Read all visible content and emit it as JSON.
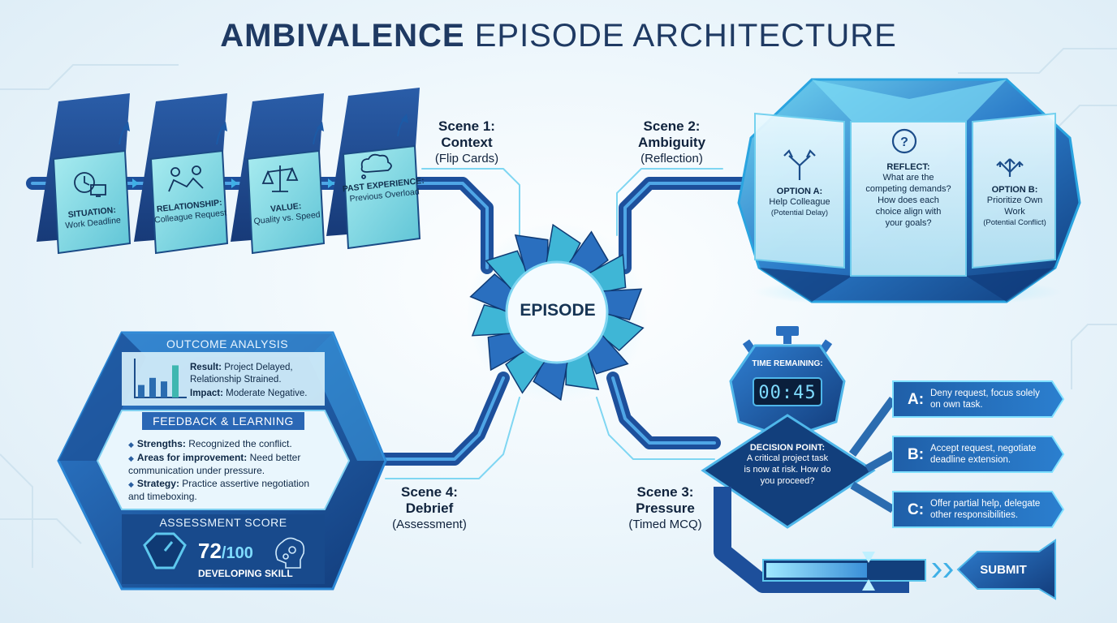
{
  "title": {
    "bold": "AMBIVALENCE",
    "light": "EPISODE ARCHITECTURE"
  },
  "center": {
    "label": "EPISODE"
  },
  "scenes": [
    {
      "name": "Scene 1:",
      "title": "Context",
      "sub": "(Flip Cards)"
    },
    {
      "name": "Scene 2:",
      "title": "Ambiguity",
      "sub": "(Reflection)"
    },
    {
      "name": "Scene 3:",
      "title": "Pressure",
      "sub": "(Timed MCQ)"
    },
    {
      "name": "Scene 4:",
      "title": "Debrief",
      "sub": "(Assessment)"
    }
  ],
  "context_cards": [
    {
      "head": "SITUATION:",
      "body": "Work Deadline",
      "icon": "clock-monitor-icon"
    },
    {
      "head": "RELATIONSHIP:",
      "body": "Colleague Request",
      "icon": "handshake-icon"
    },
    {
      "head": "VALUE:",
      "body": "Quality vs. Speed",
      "icon": "scales-icon"
    },
    {
      "head": "PAST EXPERIENCE:",
      "body": "Previous Overload",
      "icon": "thought-cloud-icon"
    }
  ],
  "ambiguity": {
    "option_a": {
      "head": "OPTION A:",
      "line": "Help Colleague",
      "note": "(Potential Delay)",
      "icon": "split-arrow-icon"
    },
    "reflect": {
      "head": "REFLECT:",
      "lines": [
        "What are the",
        "competing demands?",
        "How does each",
        "choice align with",
        "your goals?"
      ],
      "icon": "question-icon"
    },
    "option_b": {
      "head": "OPTION B:",
      "line1": "Prioritize Own",
      "line2": "Work",
      "note": "(Potential Conflict)",
      "icon": "fork-arrows-icon"
    }
  },
  "debrief": {
    "outcome_title": "OUTCOME ANALYSIS",
    "result_label": "Result:",
    "result_value": "Project Delayed,",
    "result_value2": "Relationship Strained.",
    "impact_label": "Impact:",
    "impact_value": "Moderate Negative.",
    "feedback_title": "FEEDBACK & LEARNING",
    "strengths_label": "Strengths:",
    "strengths_value": "Recognized the conflict.",
    "areas_label": "Areas for improvement:",
    "areas_value": "Need better",
    "areas_value2": "communication under pressure.",
    "strategy_label": "Strategy:",
    "strategy_value": "Practice assertive negotiation",
    "strategy_value2": "and timeboxing.",
    "score_title": "ASSESSMENT SCORE",
    "score": "72",
    "score_max": "/100",
    "score_level": "DEVELOPING SKILL",
    "chart_values": [
      0.35,
      0.55,
      0.45,
      0.9
    ]
  },
  "pressure": {
    "timer_label": "TIME REMAINING:",
    "timer_value": "00:45",
    "decision_head": "DECISION POINT:",
    "decision_lines": [
      "A critical project task",
      "is now at risk. How do",
      "you proceed?"
    ],
    "options": [
      {
        "letter": "A:",
        "line1": "Deny request, focus solely",
        "line2": "on own task."
      },
      {
        "letter": "B:",
        "line1": "Accept request, negotiate",
        "line2": "deadline extension."
      },
      {
        "letter": "C:",
        "line1": "Offer partial help, delegate",
        "line2": "other responsibilities."
      }
    ],
    "submit": "SUBMIT"
  },
  "colors": {
    "navy": "#1f3a63",
    "blue": "#2b6cb0",
    "cyan": "#46c6ea",
    "teal": "#3fb7b0",
    "deep": "#12335e"
  }
}
